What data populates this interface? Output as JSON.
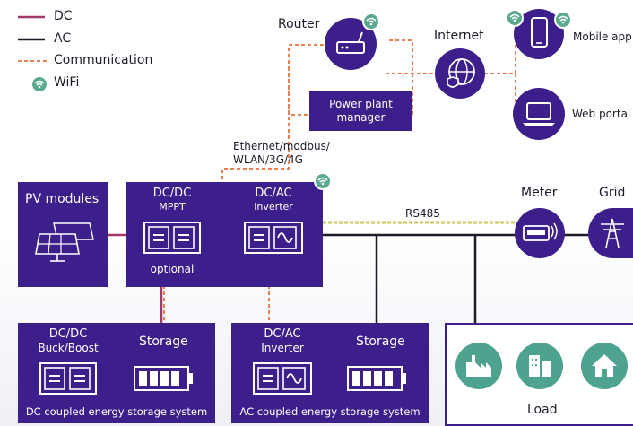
{
  "legend": {
    "dc": "DC",
    "ac": "AC",
    "communication": "Communication",
    "wifi": "WiFi"
  },
  "nodes": {
    "router": "Router",
    "internet": "Internet",
    "mobile_app": "Mobile app",
    "web_portal": "Web portal",
    "power_plant_manager": "Power plant manager",
    "comm_protocols": [
      "Ethernet/modbus/",
      "WLAN/3G/4G"
    ],
    "pv_modules": "PV modules",
    "dcdc_mppt_title": "DC/DC",
    "dcdc_mppt_sub": "MPPT",
    "dcdc_mppt_note": "optional",
    "dcac_inverter_title": "DC/AC",
    "dcac_inverter_sub": "Inverter",
    "rs485": "RS485",
    "meter": "Meter",
    "grid": "Grid",
    "dc_storage_conv_title": "DC/DC",
    "dc_storage_conv_sub": "Buck/Boost",
    "dc_storage_label": "Storage",
    "dc_system_label": "DC coupled energy storage system",
    "ac_storage_conv_title": "DC/AC",
    "ac_storage_conv_sub": "Inverter",
    "ac_storage_label": "Storage",
    "ac_system_label": "AC coupled energy storage system",
    "load": "Load"
  },
  "colors": {
    "primary": "#3d1f8c",
    "dc_line": "#a3396a",
    "ac_line": "#1b1b2a",
    "communication": "#e8804f",
    "wifi": "#5aa98f",
    "load_icon": "#4ea38f",
    "rs485_line": "#c8c85a"
  }
}
